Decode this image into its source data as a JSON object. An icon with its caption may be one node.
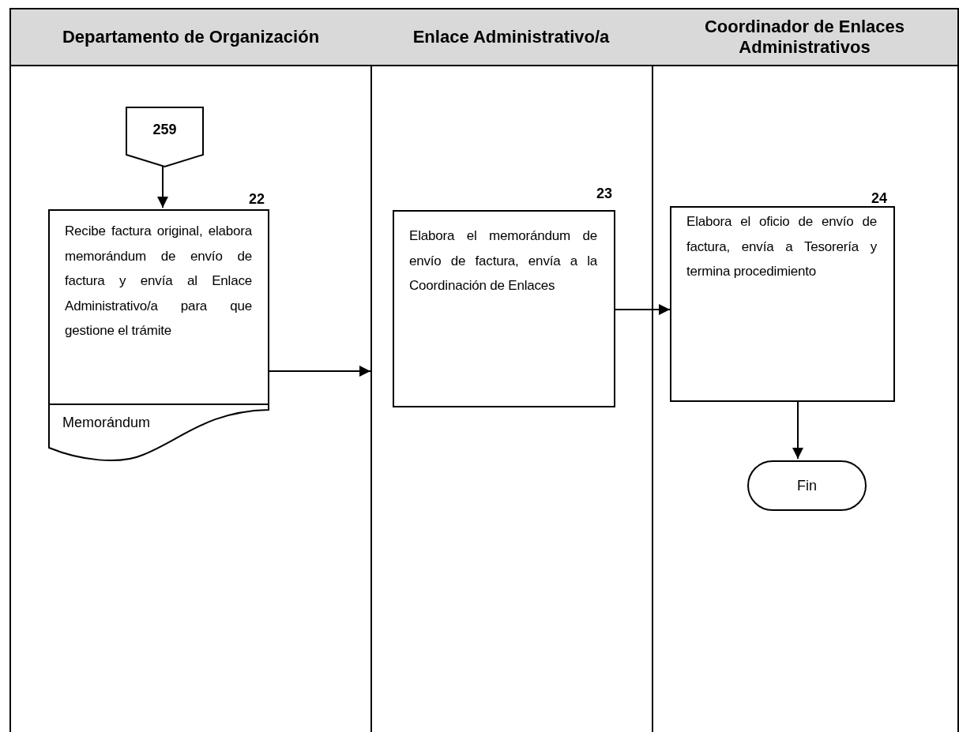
{
  "diagram": {
    "nodes": [
      {
        "text": [
          "Departamento de Organización"
        ]
      },
      {
        "text": [
          "Enlace Administrativo/a"
        ]
      },
      {
        "text": [
          "Coordinador de Enlaces Administrativos"
        ]
      },
      {
        "text": [
          "259"
        ],
        "in": 0
      },
      {
        "text": [
          "Recibe factura original, elabora memorándum de envío de factura y envía al Enlace Administrativo/a para que gestione el trámite"
        ],
        "beside": [
          "22"
        ],
        "in": 0
      },
      {
        "text": [
          "Memorándum"
        ],
        "in": 0
      },
      {
        "text": [
          "Elabora el memorándum de envío de factura, envía a la Coordinación de Enlaces"
        ],
        "beside": [
          "23"
        ],
        "in": 1
      },
      {
        "text": [
          "Elabora el oficio de envío de factura, envía a Tesorería y termina procedimiento"
        ],
        "beside": [
          "24"
        ],
        "in": 2
      },
      {
        "text": [
          "Fin"
        ],
        "in": 2
      }
    ],
    "edges": [
      {
        "from": 3,
        "to": 4,
        "arrow": "to"
      },
      {
        "from": 4,
        "to": 1,
        "arrow": "to"
      },
      {
        "from": 6,
        "to": 7,
        "arrow": "to"
      },
      {
        "from": 7,
        "to": 8,
        "arrow": "to"
      }
    ]
  }
}
